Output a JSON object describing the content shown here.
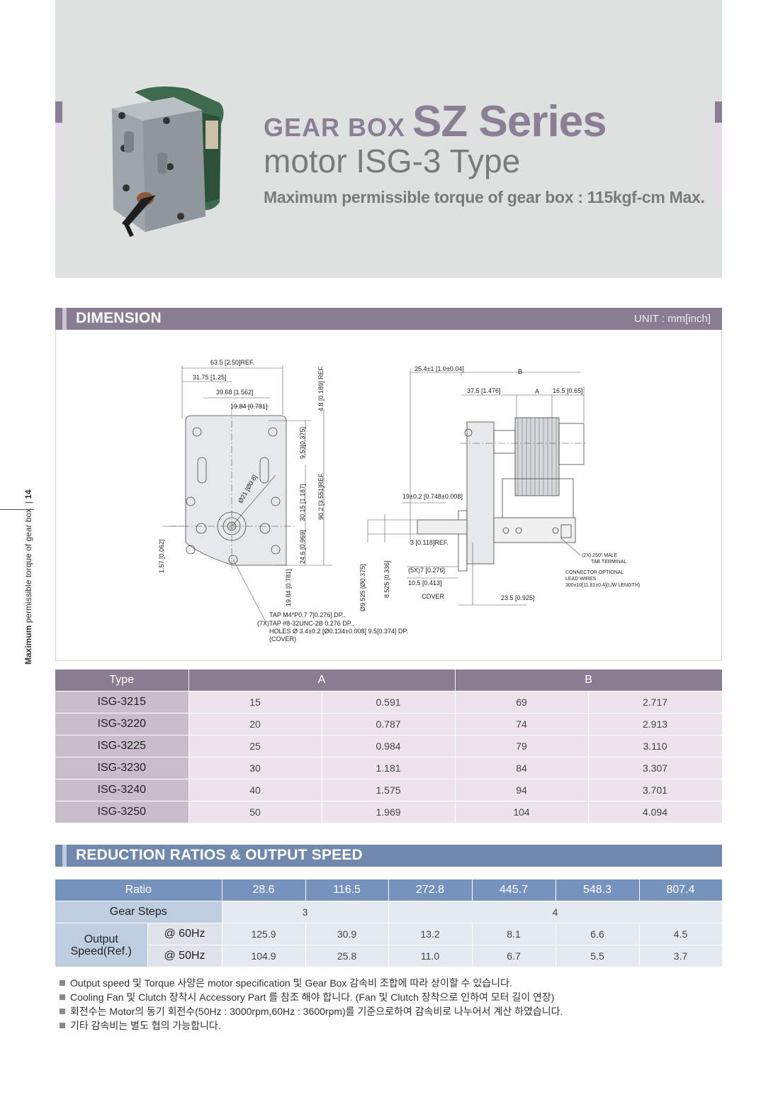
{
  "header": {
    "gear_box": "GEAR BOX",
    "series": "SZ Series",
    "motor": "motor  ISG-3 Type",
    "torque": "Maximum permissible torque of gear box : 115kgf-cm Max."
  },
  "side_label": {
    "bold": "Maximum",
    "rest": " permissible torque of gear box",
    "page": "14"
  },
  "dimension": {
    "title": "DIMENSION",
    "unit": "UNIT : mm[inch]",
    "labels": {
      "d63": "63.5 [2.50]REF.",
      "d31": "31.75 [1.25]",
      "d39": "39.68 [1.562]",
      "d19a": "19.84 [0.781]",
      "d48": "4.8 [0.189] REF.",
      "d953": "9.53[0.375]",
      "d902": "90.2 [3.551]REF.",
      "d3015": "30.15 [1.187]",
      "d246": "24.6 [0.969]",
      "d1984b": "19.84 [0.781]",
      "d157": "1.57 [0.062]",
      "dia21": "Ø21 [Ø0.8]",
      "tap1": "TAP M4*P0.7  7[0.276] DP.,",
      "tap2": "TAP #8-32UNC-2B 0.276 DP.,",
      "tap3": "HOLES Ø 3.4±0.2 [Ø0.134±0.008] 9.5[0.374] DP.",
      "tap4": "(COVER)",
      "tap7x": "(7X)",
      "d254": "25.4±1 [1.0±0.04]",
      "dB": "B",
      "d375": "37.5 [1.476]",
      "dA": "A",
      "d165": "16.5 [0.65]",
      "d19b": "19±0.2 [0.748±0.008]",
      "d3ref": "3 [0.118]REF.",
      "d5x7": "(5X)7 [0.276]",
      "d105": "10.5 [0.413]",
      "cover": "COVER",
      "d235": "23.5 [0.925]",
      "d9525": "Ø9.525 [Ø0.375]",
      "d8525": "8.525 [0.336]",
      "tab1": "(2X).250\" MALE",
      "tab2": "TAB TERMINAL",
      "con1": "CONNECTOR OPTIONAL",
      "con2": "LEAD WIRES",
      "con3": "300±10[11.81±0.4](L/W LENGTH)"
    }
  },
  "dimension_table": {
    "headers": [
      "Type",
      "A",
      "B"
    ],
    "rows": [
      [
        "ISG-3215",
        "15",
        "0.591",
        "69",
        "2.717"
      ],
      [
        "ISG-3220",
        "20",
        "0.787",
        "74",
        "2.913"
      ],
      [
        "ISG-3225",
        "25",
        "0.984",
        "79",
        "3.110"
      ],
      [
        "ISG-3230",
        "30",
        "1.181",
        "84",
        "3.307"
      ],
      [
        "ISG-3240",
        "40",
        "1.575",
        "94",
        "3.701"
      ],
      [
        "ISG-3250",
        "50",
        "1.969",
        "104",
        "4.094"
      ]
    ]
  },
  "reduction": {
    "title": "REDUCTION RATIOS & OUTPUT SPEED",
    "ratio_label": "Ratio",
    "ratios": [
      "28.6",
      "116.5",
      "272.8",
      "445.7",
      "548.3",
      "807.4"
    ],
    "gear_steps_label": "Gear Steps",
    "gear_steps": [
      "3",
      "4"
    ],
    "output_label_1": "Output",
    "output_label_2": "Speed(Ref.)",
    "hz60_label": "@ 60Hz",
    "hz60": [
      "125.9",
      "30.9",
      "13.2",
      "8.1",
      "6.6",
      "4.5"
    ],
    "hz50_label": "@ 50Hz",
    "hz50": [
      "104.9",
      "25.8",
      "11.0",
      "6.7",
      "5.5",
      "3.7"
    ]
  },
  "notes": [
    "Output speed 및 Torque 사양은 motor specification 및 Gear Box 감속비 조합에 따라 상이할 수 있습니다.",
    "Cooling Fan 및 Clutch 장착시 Accessory Part 를 참조 해야 합니다. (Fan 및 Clutch 장착으로 인하여 모터 길이 연장)",
    "회전수는 Motor의 동기 회전수(50Hz : 3000rpm,60Hz : 3600rpm)를 기준으로하여 감속비로 나누어서 계산 하였습니다.",
    "기타 감속비는 별도 협의 가능합니다."
  ]
}
